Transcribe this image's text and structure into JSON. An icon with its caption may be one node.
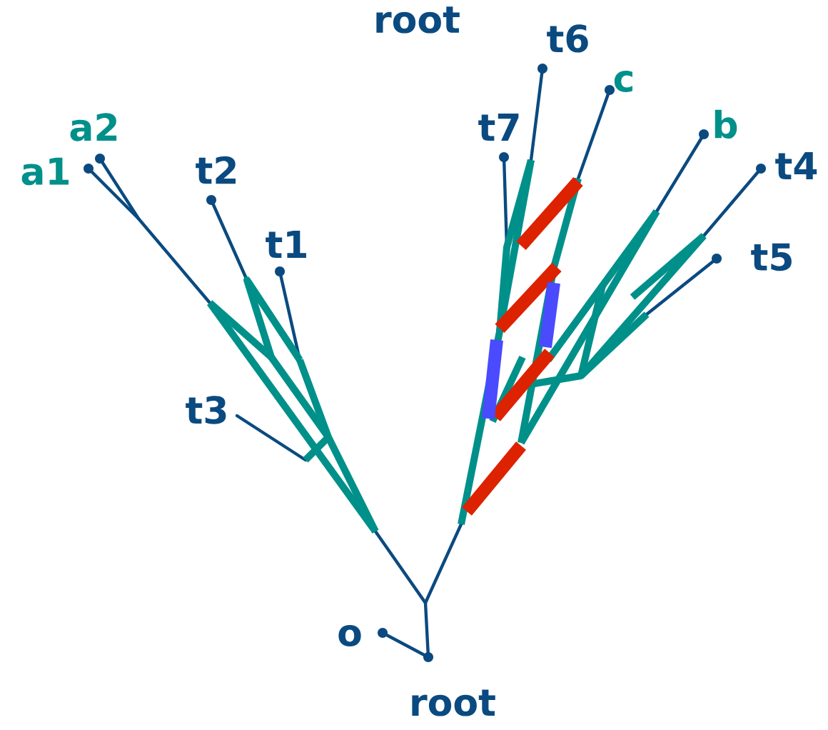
{
  "diagram": {
    "labels": [
      "root",
      "t6",
      "c",
      "t7",
      "b",
      "a2",
      "t4",
      "a1",
      "t2",
      "t1",
      "t5",
      "t3",
      "o",
      "root"
    ]
  }
}
